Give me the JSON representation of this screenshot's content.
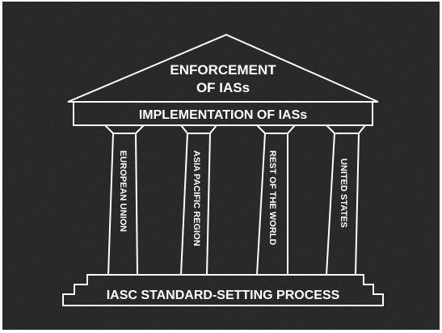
{
  "roof": {
    "title_line1": "ENFORCEMENT",
    "title_line2": "OF IASs"
  },
  "beam": {
    "label": "IMPLEMENTATION OF IASs"
  },
  "pillars": [
    {
      "label": "EUROPEAN UNION"
    },
    {
      "label": "ASIA PACIFIC REGION"
    },
    {
      "label": "REST OF THE WORLD"
    },
    {
      "label": "UNITED STATES"
    }
  ],
  "base": {
    "label": "IASC STANDARD-SETTING PROCESS"
  },
  "colors": {
    "background": "#1b1b1b",
    "outline": "#ffffff",
    "text": "#ffffff"
  }
}
